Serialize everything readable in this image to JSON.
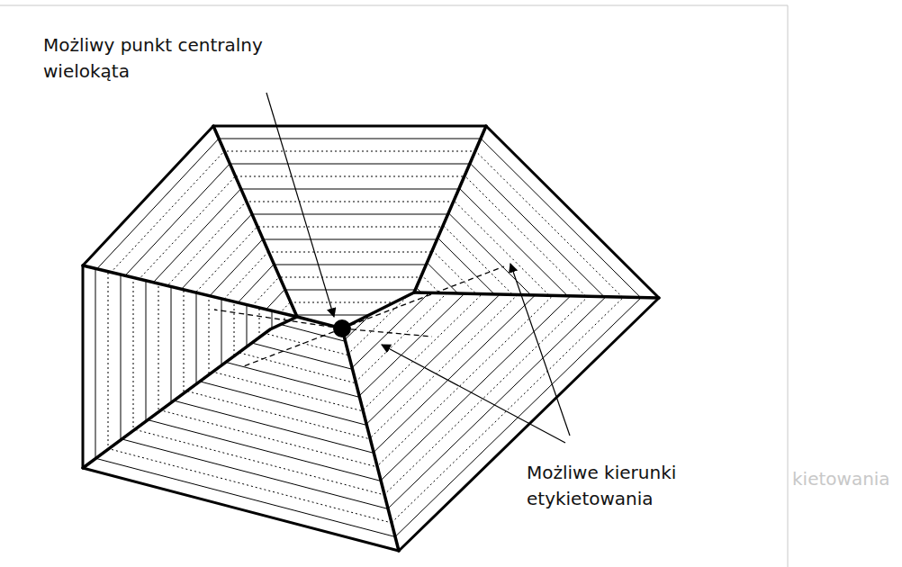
{
  "diagram": {
    "labels": [
      "Możliwy punkt centralny wielokąta",
      "Możliwe kierunki etykietowania",
      "kietowania"
    ]
  }
}
